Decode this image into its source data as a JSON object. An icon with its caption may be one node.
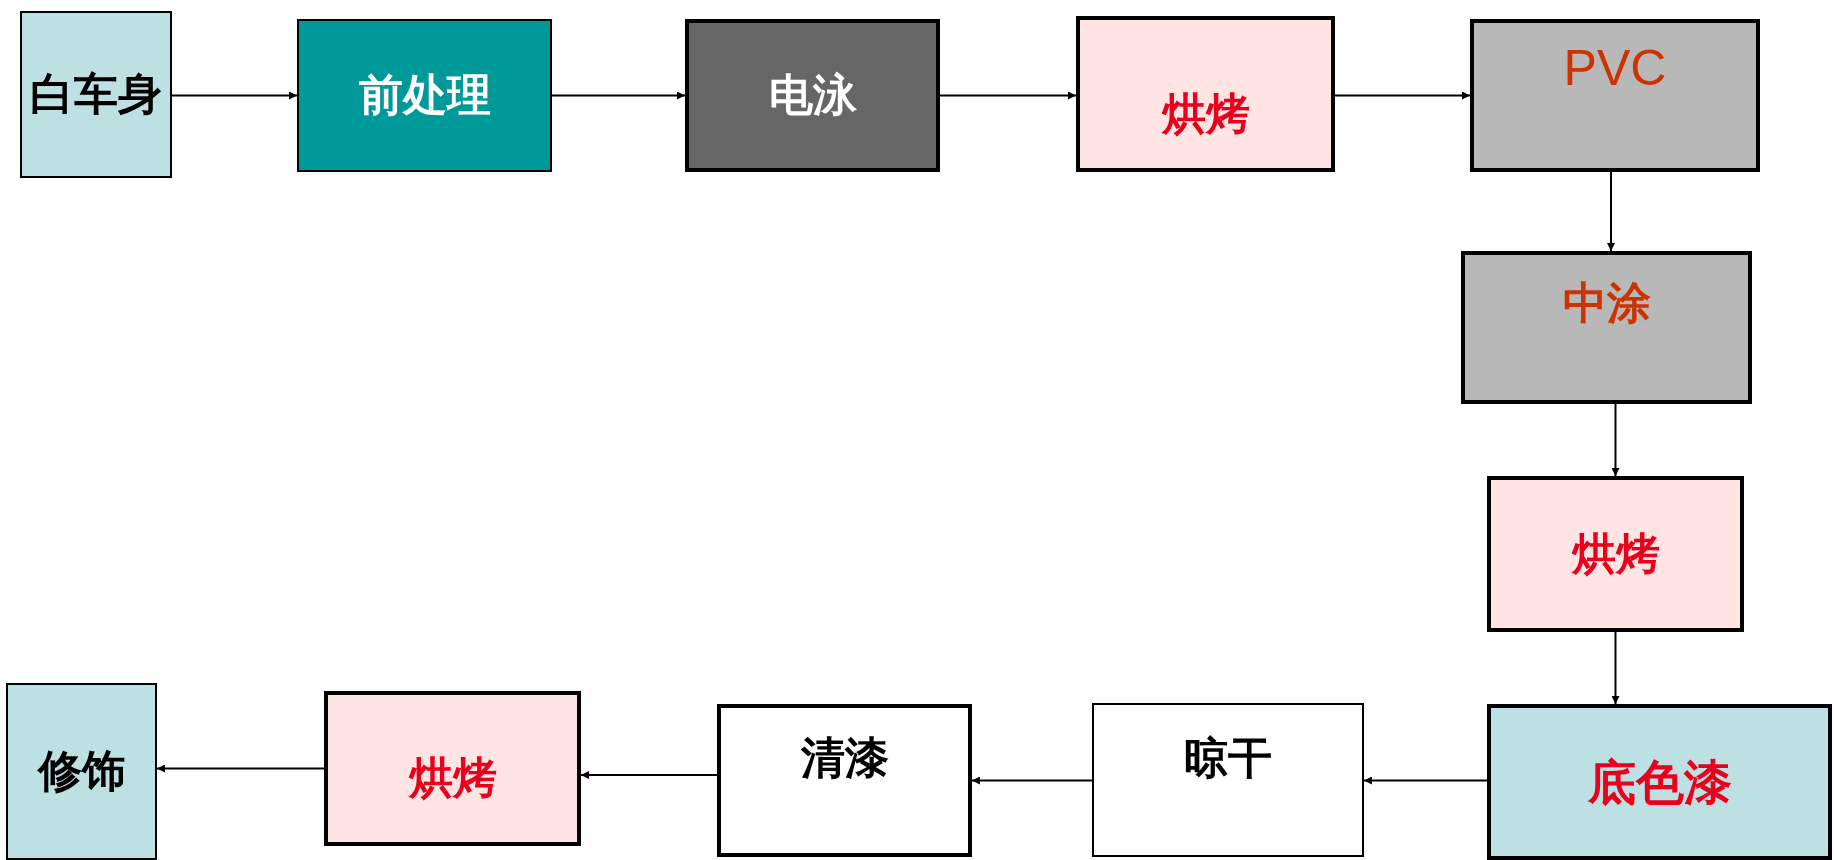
{
  "diagram": {
    "nodes": [
      {
        "text": [
          "白车身"
        ]
      },
      {
        "text": [
          "前处理"
        ]
      },
      {
        "text": [
          "电泳"
        ]
      },
      {
        "text": [
          "烘烤"
        ]
      },
      {
        "text": [
          "PVC"
        ]
      },
      {
        "text": [
          "中涂"
        ]
      },
      {
        "text": [
          "烘烤"
        ]
      },
      {
        "text": [
          "底色漆"
        ]
      },
      {
        "text": [
          "晾干"
        ]
      },
      {
        "text": [
          "清漆"
        ]
      },
      {
        "text": [
          "烘烤"
        ]
      },
      {
        "text": [
          "修饰"
        ]
      }
    ],
    "edges": [
      {
        "from": 0,
        "to": 1,
        "arrow": "to"
      },
      {
        "from": 1,
        "to": 2,
        "arrow": "to"
      },
      {
        "from": 2,
        "to": 3,
        "arrow": "to"
      },
      {
        "from": 3,
        "to": 4,
        "arrow": "to"
      },
      {
        "from": 4,
        "to": 5,
        "arrow": "to"
      },
      {
        "from": 5,
        "to": 6,
        "arrow": "to"
      },
      {
        "from": 6,
        "to": 7,
        "arrow": "to"
      },
      {
        "from": 7,
        "to": 8,
        "arrow": "to"
      },
      {
        "from": 8,
        "to": 9,
        "arrow": "to"
      },
      {
        "from": 9,
        "to": 10,
        "arrow": "to"
      },
      {
        "from": 10,
        "to": 11,
        "arrow": "to"
      }
    ]
  }
}
